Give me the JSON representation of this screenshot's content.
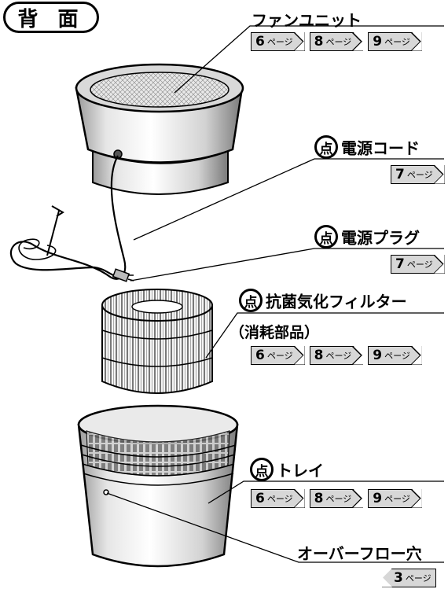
{
  "section_title": "背 面",
  "point_mark": "点",
  "page_unit": "ページ",
  "parts": {
    "fan_unit": {
      "label": "ファンユニット",
      "pages": [
        "6",
        "8",
        "9"
      ]
    },
    "power_cord": {
      "label": "電源コード",
      "pages": [
        "7"
      ]
    },
    "power_plug": {
      "label": "電源プラグ",
      "pages": [
        "7"
      ]
    },
    "filter": {
      "label": "抗菌気化フィルター",
      "sub": "（消耗部品）",
      "pages": [
        "6",
        "8",
        "9"
      ]
    },
    "tray": {
      "label": "トレイ",
      "pages": [
        "6",
        "8",
        "9"
      ]
    },
    "overflow_hole": {
      "label": "オーバーフロー穴",
      "pages": [
        "3"
      ]
    }
  },
  "colors": {
    "page_ref_bg": "#d7d7d7",
    "line": "#000000"
  }
}
